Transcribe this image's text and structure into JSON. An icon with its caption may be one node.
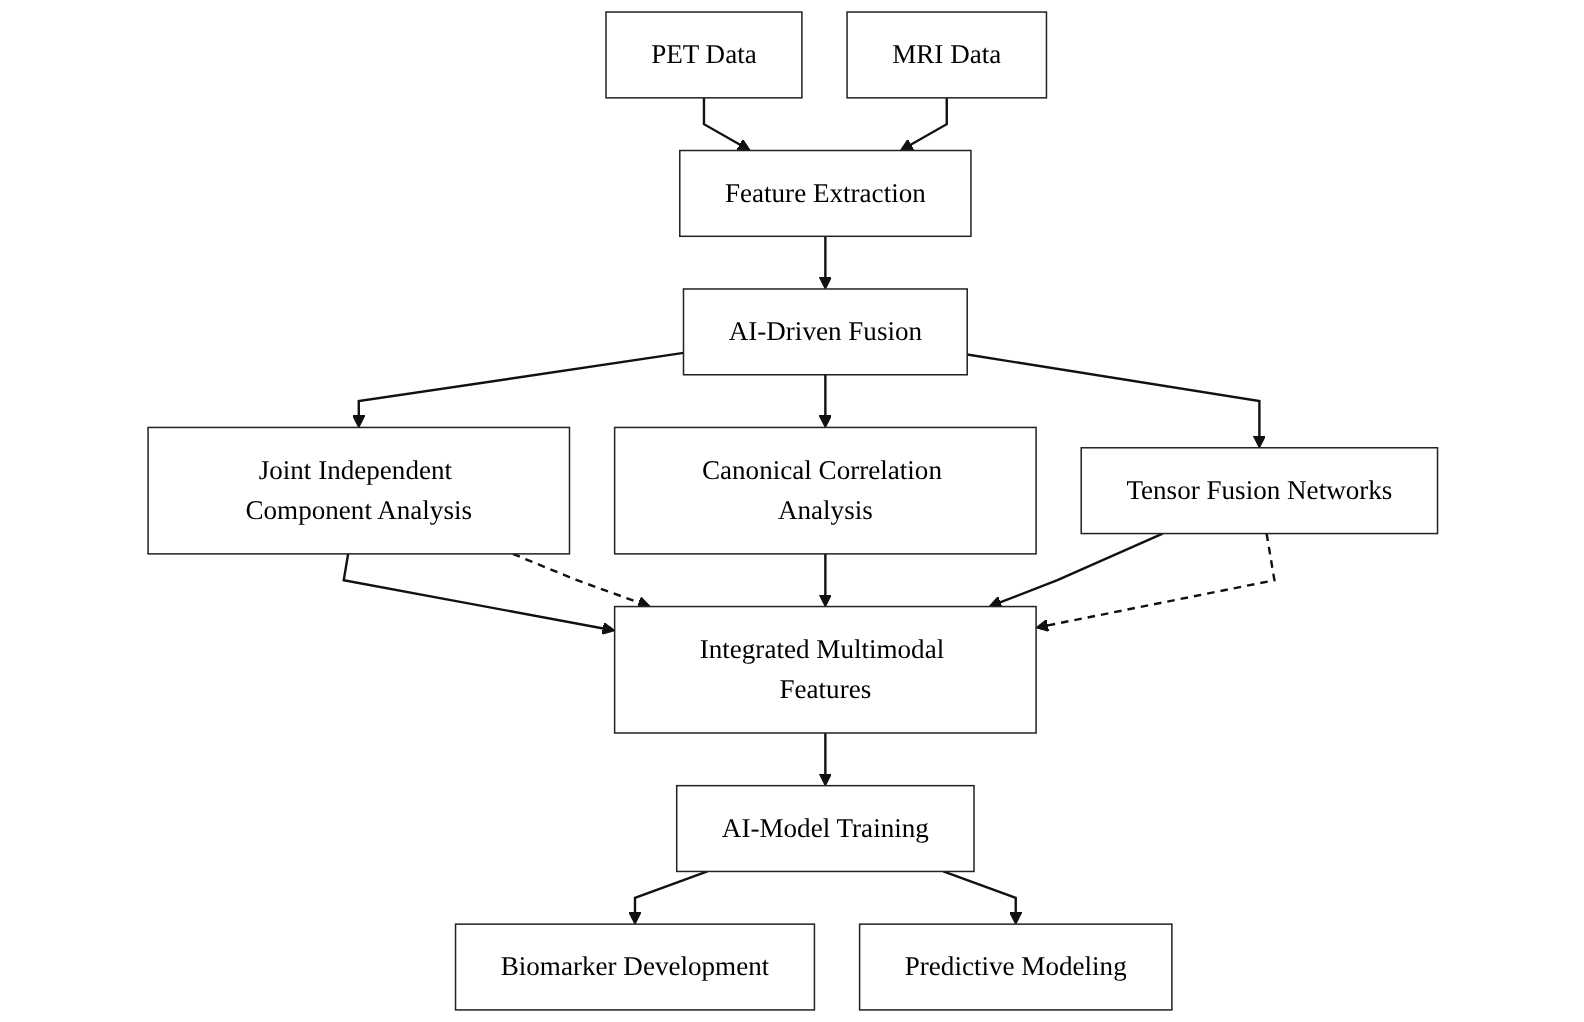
{
  "diagram": {
    "nodes": [
      {
        "text": [
          "PET Data"
        ]
      },
      {
        "text": [
          "MRI Data"
        ]
      },
      {
        "text": [
          "Feature Extraction"
        ]
      },
      {
        "text": [
          "AI-Driven Fusion"
        ]
      },
      {
        "text": [
          "Joint Independent Component Analysis"
        ]
      },
      {
        "text": [
          "Canonical Correlation Analysis"
        ]
      },
      {
        "text": [
          "Tensor Fusion Networks"
        ]
      },
      {
        "text": [
          "Integrated Multimodal Features"
        ]
      },
      {
        "text": [
          "AI-Model Training"
        ]
      },
      {
        "text": [
          "Biomarker Development"
        ]
      },
      {
        "text": [
          "Predictive Modeling"
        ]
      }
    ],
    "edges": [
      {
        "from": 0,
        "to": 2,
        "arrow": "to"
      },
      {
        "from": 1,
        "to": 2,
        "arrow": "to"
      },
      {
        "from": 2,
        "to": 3,
        "arrow": "to"
      },
      {
        "from": 3,
        "to": 4,
        "arrow": "to"
      },
      {
        "from": 3,
        "to": 5,
        "arrow": "to"
      },
      {
        "from": 3,
        "to": 6,
        "arrow": "to"
      },
      {
        "from": 4,
        "to": 7,
        "arrow": "to"
      },
      {
        "from": 4,
        "to": 7,
        "arrow": "to",
        "style": "dashed"
      },
      {
        "from": 5,
        "to": 7,
        "arrow": "to"
      },
      {
        "from": 6,
        "to": 7,
        "arrow": "to"
      },
      {
        "from": 6,
        "to": 7,
        "arrow": "to",
        "style": "dashed"
      },
      {
        "from": 7,
        "to": 8,
        "arrow": "to"
      },
      {
        "from": 8,
        "to": 9,
        "arrow": "to"
      },
      {
        "from": 8,
        "to": 10,
        "arrow": "to"
      }
    ]
  }
}
